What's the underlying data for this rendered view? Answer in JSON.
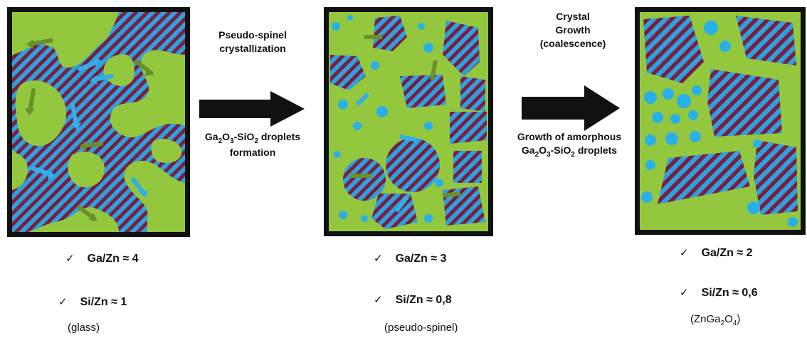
{
  "colors": {
    "matrix": "#93c83e",
    "crystal_stripe_a": "#2fa0df",
    "crystal_stripe_b": "#7a1f3d",
    "droplet": "#2ab0e8",
    "flow_arrow_olive": "#6b8f2a",
    "flow_arrow_blue": "#33aee8",
    "frame": "#111111"
  },
  "transitions": [
    {
      "top_text": [
        "Pseudo-spinel",
        "crystallization"
      ],
      "bottom_line1": {
        "pre": "Ga",
        "s1": "2",
        "mid": "O",
        "s2": "3",
        "post": "-SiO",
        "s3": "2",
        "tail": " droplets"
      },
      "bottom_line2": "formation"
    },
    {
      "top_text": [
        "Crystal",
        "Growth",
        "(coalescence)"
      ],
      "bottom_line1": "Growth of amorphous",
      "bottom_line2": {
        "pre": "Ga",
        "s1": "2",
        "mid": "O",
        "s2": "3",
        "post": "-SiO",
        "s3": "2",
        "tail": " droplets"
      }
    }
  ],
  "panels": [
    {
      "ga_zn": "Ga/Zn ≈ 4",
      "si_zn": "Si/Zn ≈ 1",
      "caption": "(glass)"
    },
    {
      "ga_zn": "Ga/Zn ≈ 3",
      "si_zn": "Si/Zn ≈ 0,8",
      "caption": "(pseudo-spinel)"
    },
    {
      "ga_zn": "Ga/Zn ≈ 2",
      "si_zn": "Si/Zn ≈ 0,6",
      "caption_parts": {
        "a": "(ZnGa",
        "s1": "2",
        "b": "O",
        "s2": "4",
        "c": ")"
      }
    }
  ],
  "check_glyph": "✓"
}
